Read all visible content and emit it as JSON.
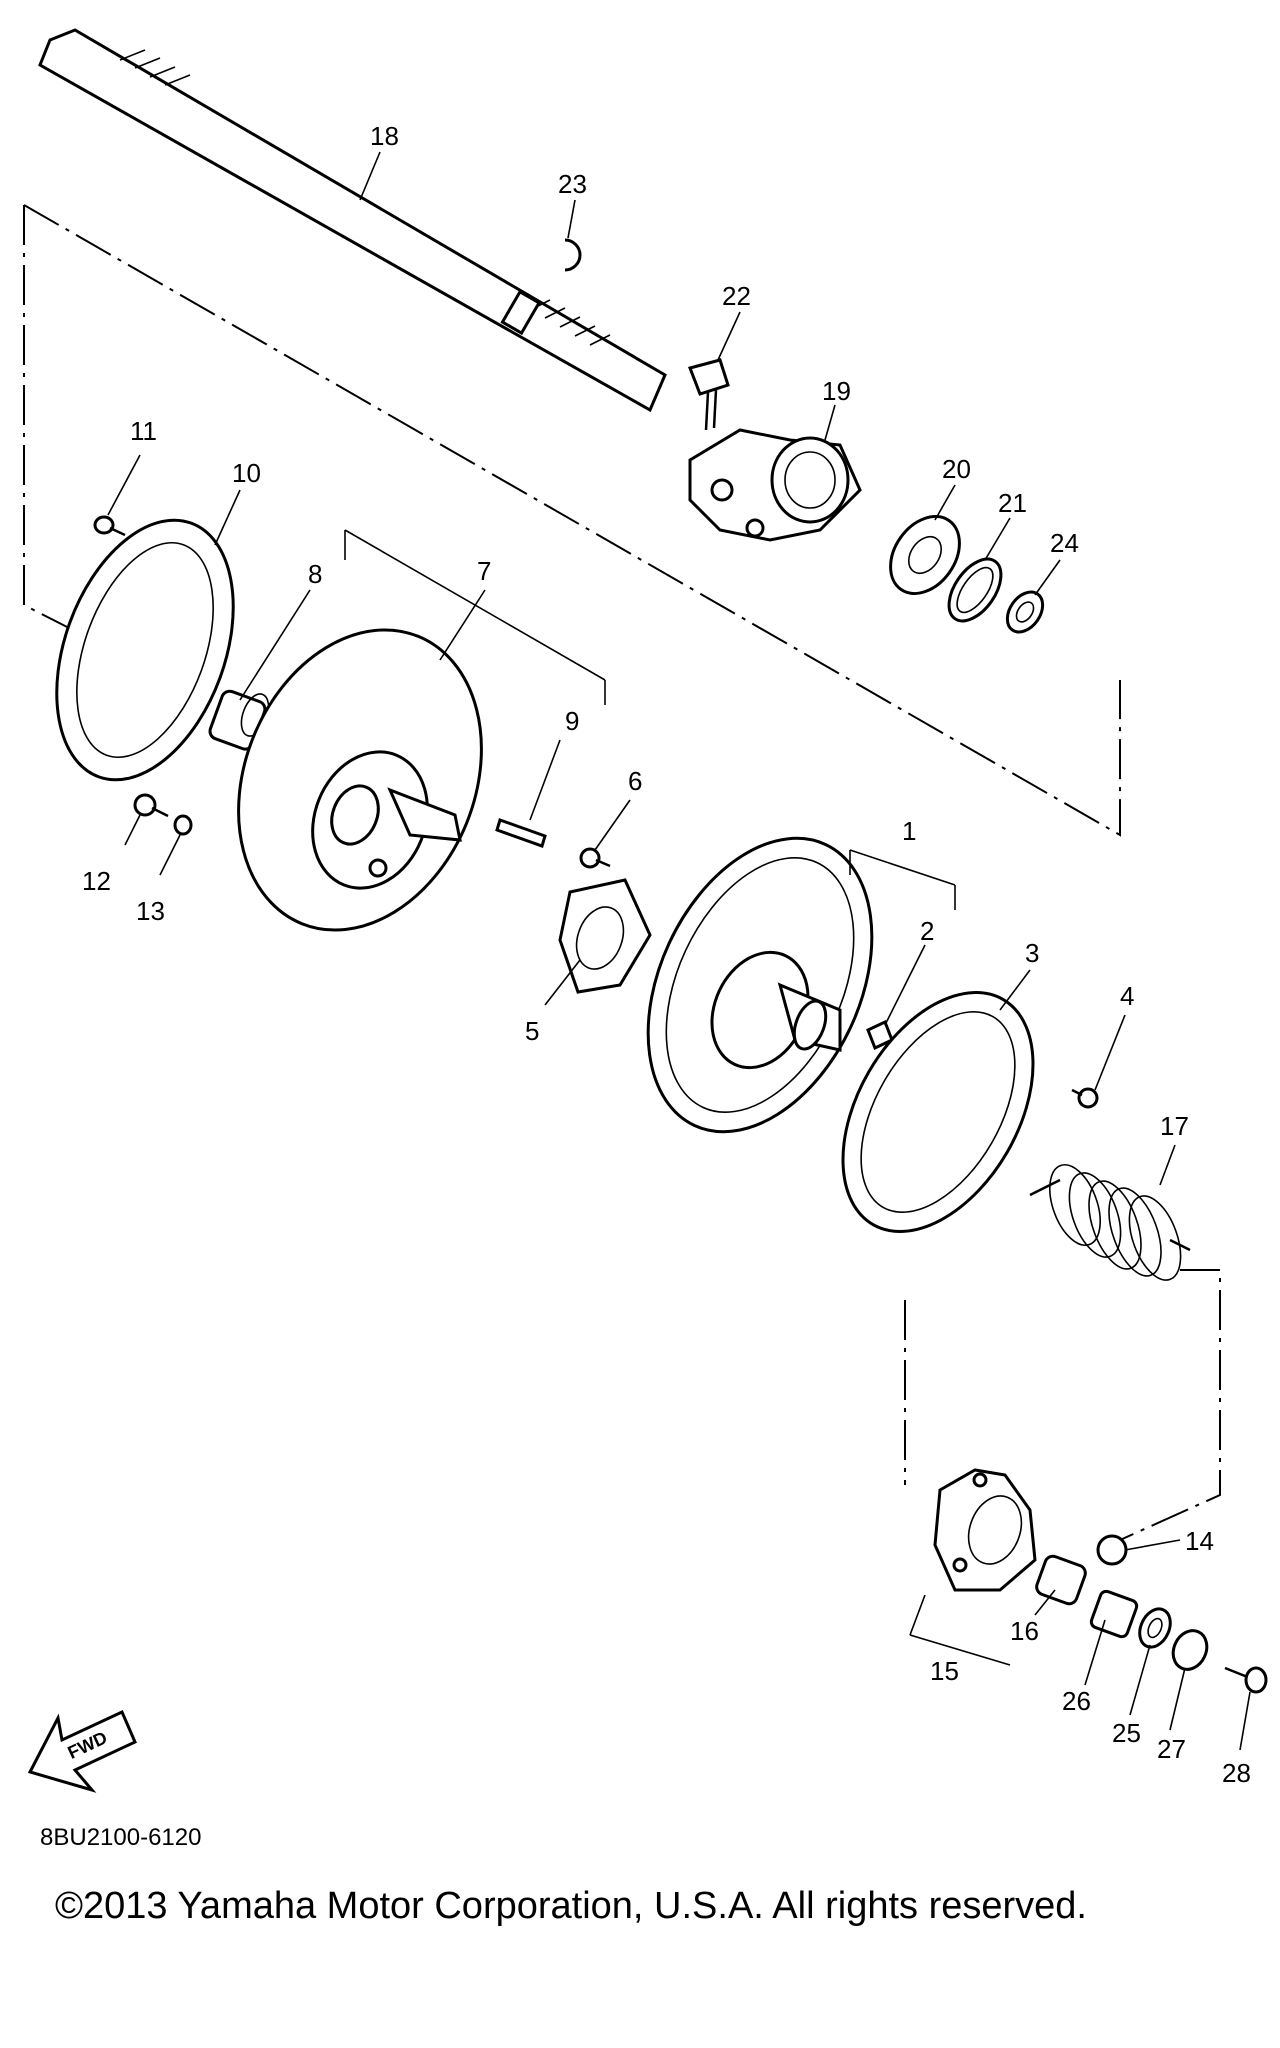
{
  "callouts": [
    {
      "id": "1",
      "label": "1"
    },
    {
      "id": "2",
      "label": "2"
    },
    {
      "id": "3",
      "label": "3"
    },
    {
      "id": "4",
      "label": "4"
    },
    {
      "id": "5",
      "label": "5"
    },
    {
      "id": "6",
      "label": "6"
    },
    {
      "id": "7",
      "label": "7"
    },
    {
      "id": "8",
      "label": "8"
    },
    {
      "id": "9",
      "label": "9"
    },
    {
      "id": "10",
      "label": "10"
    },
    {
      "id": "11",
      "label": "11"
    },
    {
      "id": "12",
      "label": "12"
    },
    {
      "id": "13",
      "label": "13"
    },
    {
      "id": "14",
      "label": "14"
    },
    {
      "id": "15",
      "label": "15"
    },
    {
      "id": "16",
      "label": "16"
    },
    {
      "id": "17",
      "label": "17"
    },
    {
      "id": "18",
      "label": "18"
    },
    {
      "id": "19",
      "label": "19"
    },
    {
      "id": "20",
      "label": "20"
    },
    {
      "id": "21",
      "label": "21"
    },
    {
      "id": "22",
      "label": "22"
    },
    {
      "id": "23",
      "label": "23"
    },
    {
      "id": "24",
      "label": "24"
    },
    {
      "id": "25",
      "label": "25"
    },
    {
      "id": "26",
      "label": "26"
    },
    {
      "id": "27",
      "label": "27"
    },
    {
      "id": "28",
      "label": "28"
    }
  ],
  "fwd_label": "FWD",
  "diagram_code": "8BU2100-6120",
  "copyright": "©2013 Yamaha Motor Corporation, U.S.A. All rights reserved.",
  "icons": {
    "forward_arrow": "arrow-forward-icon"
  }
}
